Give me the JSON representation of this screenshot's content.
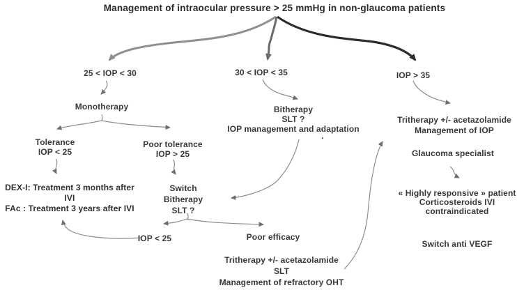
{
  "diagram": {
    "title": "Management of intraocular pressure > 25 mmHg in non-glaucoma patients",
    "nodes": {
      "iop_25_30": "25 < IOP < 30",
      "iop_30_35": "30 < IOP < 35",
      "iop_gt_35": "IOP > 35",
      "monotherapy": "Monotherapy",
      "tolerance": [
        "Tolerance",
        "IOP < 25"
      ],
      "poor_tolerance": [
        "Poor tolerance",
        "IOP > 25"
      ],
      "dex_fac": [
        "DEX-I: Treatment 3 months after",
        "IVI",
        "FAc : Treatment 3 years after IVI"
      ],
      "switch_bitherapy": [
        "Switch",
        "Bitherapy",
        "SLT ?"
      ],
      "iop_lt_25": "IOP < 25",
      "poor_efficacy": "Poor efficacy",
      "tritherapy_refractory": [
        "Tritherapy +/- acetazolamide",
        "SLT",
        "Management of refractory OHT"
      ],
      "bitherapy": [
        "Bitherapy",
        "SLT ?",
        "IOP management and adaptation"
      ],
      "stray_mark": ".",
      "tritherapy_iop": [
        "Tritherapy +/- acetazolamide",
        "Management of IOP"
      ],
      "glaucoma_specialist": "Glaucoma specialist",
      "highly_responsive": [
        "« Highly responsive » patient",
        "Corticosteroids IVI",
        "contraindicated"
      ],
      "switch_anti_vegf": "Switch anti VEGF"
    },
    "edges": [
      {
        "from": "title",
        "to": "25 < IOP < 30"
      },
      {
        "from": "title",
        "to": "30 < IOP < 35"
      },
      {
        "from": "title",
        "to": "IOP > 35"
      },
      {
        "from": "25 < IOP < 30",
        "to": "Monotherapy"
      },
      {
        "from": "Monotherapy",
        "to": "Tolerance IOP < 25"
      },
      {
        "from": "Monotherapy",
        "to": "Poor tolerance IOP > 25"
      },
      {
        "from": "Tolerance IOP < 25",
        "to": "DEX-I / FAc treatment"
      },
      {
        "from": "Poor tolerance IOP > 25",
        "to": "Switch Bitherapy SLT ?"
      },
      {
        "from": "Switch Bitherapy SLT ?",
        "to": "IOP < 25"
      },
      {
        "from": "Switch Bitherapy SLT ?",
        "to": "Poor efficacy"
      },
      {
        "from": "IOP < 25",
        "to": "DEX-I / FAc treatment"
      },
      {
        "from": "30 < IOP < 35",
        "to": "Bitherapy SLT ? IOP management and adaptation"
      },
      {
        "from": "Bitherapy SLT ? IOP management and adaptation",
        "to": "Switch Bitherapy SLT ?"
      },
      {
        "from": "IOP > 35",
        "to": "Tritherapy +/- acetazolamide Management of IOP"
      },
      {
        "from": "Tritherapy SLT Management of refractory OHT",
        "to": "Tritherapy +/- acetazolamide Management of IOP"
      },
      {
        "from": "Glaucoma specialist",
        "to": "« Highly responsive » patient"
      }
    ],
    "colors": {
      "background": "#ffffff",
      "text": "#383838",
      "arrow_left_branch": "#8f8f8f",
      "arrow_middle_branch": "#6a6a6a",
      "arrow_right_branch": "#2c2c2c",
      "arrow_thin": "#8c8c8c"
    }
  }
}
